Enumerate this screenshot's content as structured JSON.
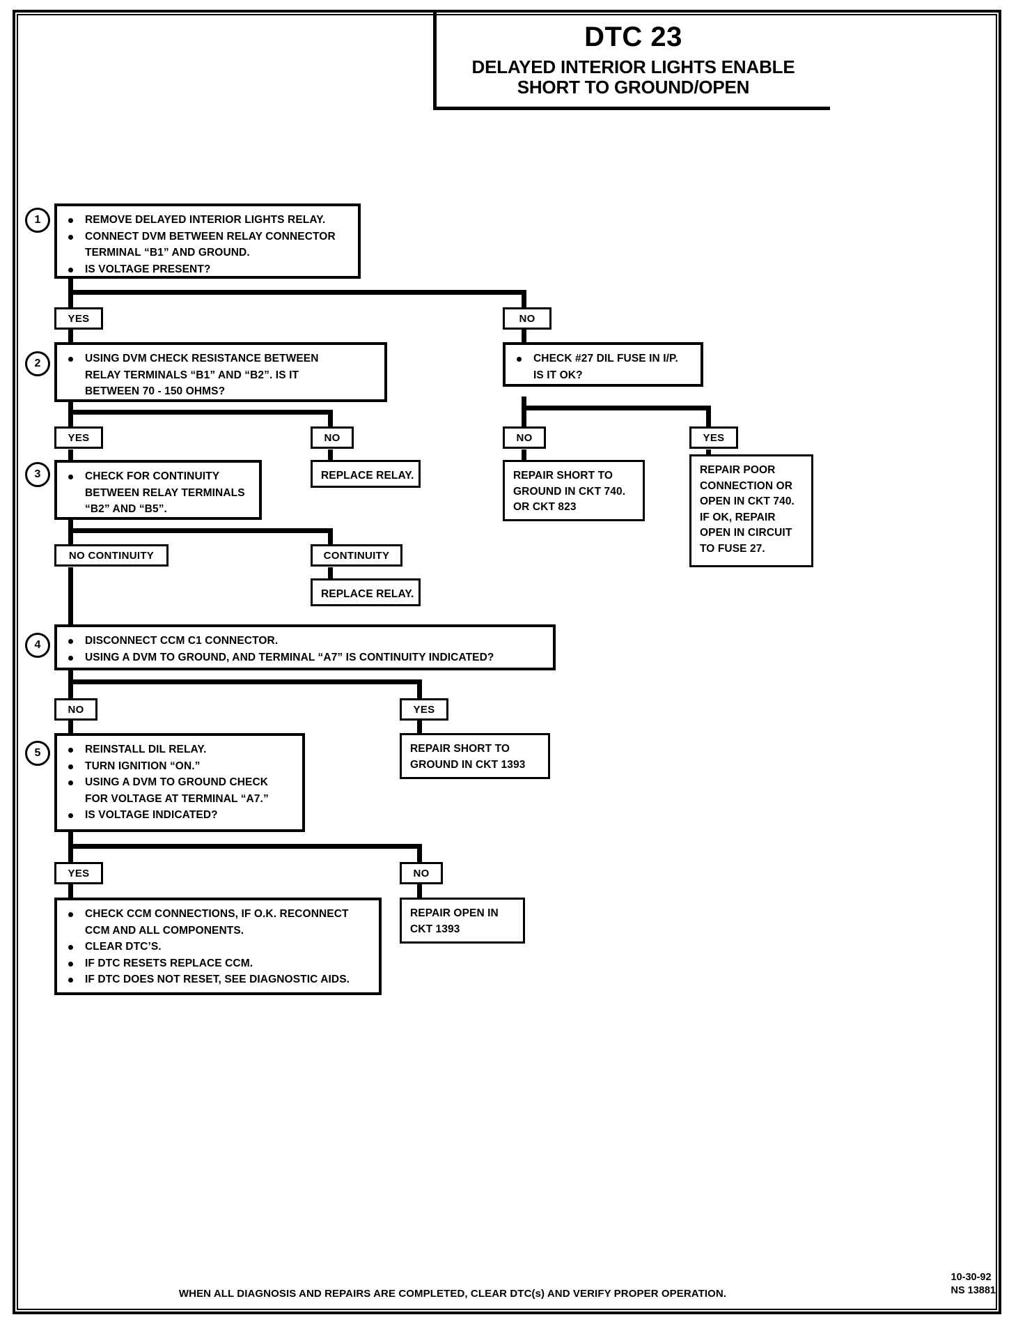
{
  "title": {
    "code": "DTC 23",
    "line1": "DELAYED INTERIOR LIGHTS ENABLE",
    "line2": "SHORT TO GROUND/OPEN"
  },
  "steps": {
    "s1": {
      "number": "1",
      "items": [
        "REMOVE DELAYED INTERIOR LIGHTS RELAY.",
        "CONNECT DVM BETWEEN RELAY CONNECTOR",
        "TERMINAL “B1” AND GROUND.",
        "IS VOLTAGE PRESENT?"
      ]
    },
    "s2": {
      "number": "2",
      "items": [
        "USING DVM CHECK RESISTANCE BETWEEN",
        "RELAY TERMINALS “B1” AND “B2”. IS IT",
        "BETWEEN 70 - 150 OHMS?"
      ]
    },
    "s3": {
      "number": "3",
      "items": [
        "CHECK FOR CONTINUITY",
        "BETWEEN RELAY TERMINALS",
        "“B2” AND “B5”."
      ]
    },
    "s4": {
      "number": "4",
      "items": [
        "DISCONNECT CCM C1 CONNECTOR.",
        "USING A DVM TO GROUND, AND TERMINAL “A7” IS CONTINUITY INDICATED?"
      ]
    },
    "s5": {
      "number": "5",
      "items": [
        "REINSTALL DIL RELAY.",
        "TURN IGNITION “ON.”",
        "USING A DVM TO GROUND CHECK",
        "FOR VOLTAGE AT TERMINAL “A7.”",
        "IS VOLTAGE INDICATED?"
      ]
    }
  },
  "boxes": {
    "fuse_check": {
      "items": [
        "CHECK #27 DIL FUSE  IN I/P.",
        "IS IT OK?"
      ]
    },
    "replace_relay_1": {
      "lines": [
        "REPLACE RELAY."
      ]
    },
    "replace_relay_2": {
      "lines": [
        "REPLACE RELAY."
      ]
    },
    "repair_short_740": {
      "lines": [
        "REPAIR SHORT TO",
        "GROUND IN CKT 740.",
        "OR CKT 823"
      ]
    },
    "repair_poor_connection": {
      "lines": [
        "REPAIR POOR",
        "CONNECTION OR",
        "OPEN IN CKT 740.",
        "IF OK, REPAIR",
        "OPEN IN CIRCUIT",
        "TO FUSE 27."
      ]
    },
    "repair_short_1393": {
      "lines": [
        "REPAIR SHORT TO",
        "GROUND IN CKT 1393"
      ]
    },
    "repair_open_1393": {
      "lines": [
        "REPAIR OPEN IN",
        "CKT 1393"
      ]
    },
    "final_check": {
      "items": [
        "CHECK CCM CONNECTIONS, IF O.K. RECONNECT",
        "CCM AND ALL COMPONENTS.",
        "CLEAR DTC’S.",
        "IF DTC RESETS REPLACE CCM.",
        "IF DTC DOES NOT RESET, SEE DIAGNOSTIC AIDS."
      ]
    }
  },
  "labels": {
    "yes1": "YES",
    "no1": "NO",
    "yes2": "YES",
    "no2": "NO",
    "no3": "NO",
    "yes3": "YES",
    "no_continuity": "NO CONTINUITY",
    "continuity": "CONTINUITY",
    "no4": "NO",
    "yes4": "YES",
    "yes5": "YES",
    "no5": "NO"
  },
  "footer": {
    "note": "WHEN ALL DIAGNOSIS AND REPAIRS ARE COMPLETED, CLEAR DTC(s) AND VERIFY PROPER OPERATION.",
    "date": "10-30-92",
    "doc": "NS 13881"
  }
}
